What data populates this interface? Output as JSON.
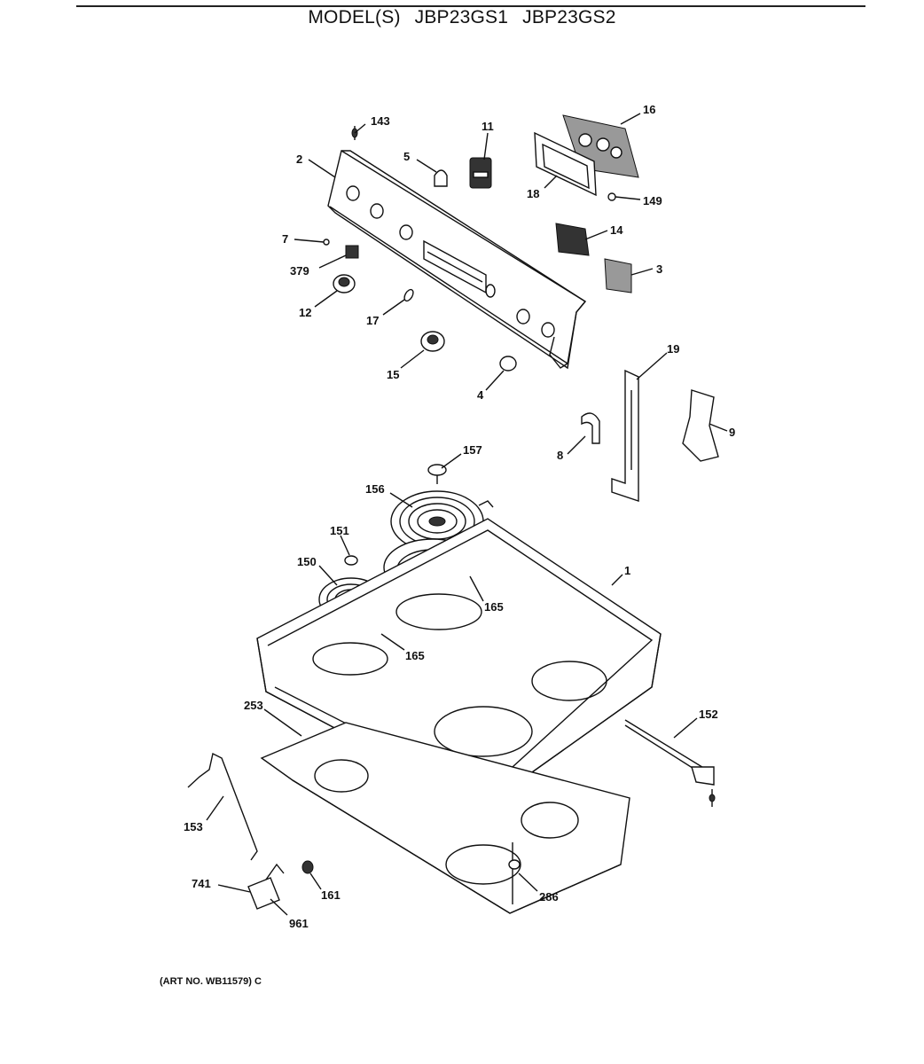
{
  "header": {
    "prefix": "MODEL(S)",
    "models": [
      "JBP23GS1",
      "JBP23GS2"
    ]
  },
  "art_number": "(ART NO. WB11579) C",
  "callouts": [
    "1",
    "2",
    "3",
    "4",
    "5",
    "7",
    "8",
    "9",
    "11",
    "12",
    "14",
    "15",
    "16",
    "17",
    "18",
    "19",
    "143",
    "149",
    "150",
    "151",
    "152",
    "153",
    "156",
    "157",
    "161",
    "165",
    "165",
    "253",
    "286",
    "379",
    "741",
    "961"
  ]
}
